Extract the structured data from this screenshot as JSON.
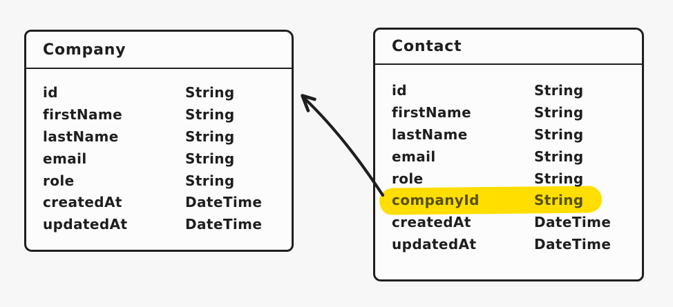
{
  "canvas": {
    "background_color": "#f7f7f8",
    "ink_color": "#1e1e1e",
    "card_fill_color": "#fcfcfd",
    "highlight_color": "#ffde00",
    "highlight_text_color": "#55510b"
  },
  "entities": [
    {
      "name": "Company",
      "fields": [
        {
          "name": "id",
          "type": "String"
        },
        {
          "name": "firstName",
          "type": "String"
        },
        {
          "name": "lastName",
          "type": "String"
        },
        {
          "name": "email",
          "type": "String"
        },
        {
          "name": "role",
          "type": "String"
        },
        {
          "name": "createdAt",
          "type": "DateTime"
        },
        {
          "name": "updatedAt",
          "type": "DateTime"
        }
      ]
    },
    {
      "name": "Contact",
      "fields": [
        {
          "name": "id",
          "type": "String"
        },
        {
          "name": "firstName",
          "type": "String"
        },
        {
          "name": "lastName",
          "type": "String"
        },
        {
          "name": "email",
          "type": "String"
        },
        {
          "name": "role",
          "type": "String"
        },
        {
          "name": "companyId",
          "type": "String",
          "highlighted": true
        },
        {
          "name": "createdAt",
          "type": "DateTime"
        },
        {
          "name": "updatedAt",
          "type": "DateTime"
        }
      ]
    }
  ],
  "arrow": {
    "from_entity": "Contact",
    "from_field": "companyId",
    "to_entity": "Company"
  }
}
